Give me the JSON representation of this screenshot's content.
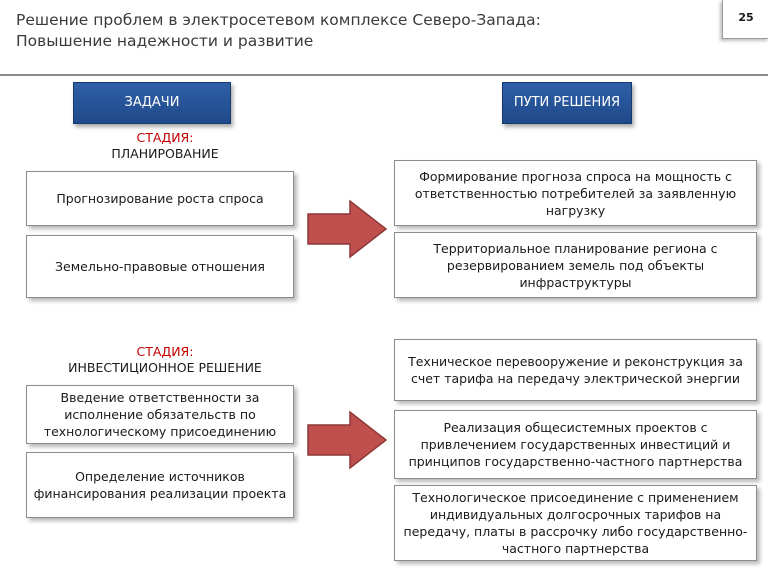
{
  "header": {
    "title": "Решение проблем в электросетевом комплексе Северо-Запада:\nПовышение надежности и развитие",
    "page_number": "25"
  },
  "tasks_button": "ЗАДАЧИ",
  "solutions_button": "ПУТИ РЕШЕНИЯ",
  "stage_planning": {
    "label": "СТАДИЯ:",
    "name": "ПЛАНИРОВАНИЕ",
    "tasks": [
      "Прогнозирование роста спроса",
      "Земельно-правовые отношения"
    ],
    "solutions": [
      "Формирование прогноза спроса на мощность с ответственностью потребителей за заявленную нагрузку",
      "Территориальное планирование региона с резервированием земель под объекты инфраструктуры"
    ]
  },
  "stage_investment": {
    "label": "СТАДИЯ:",
    "name": "ИНВЕСТИЦИОННОЕ РЕШЕНИЕ",
    "tasks": [
      "Введение ответственности за исполнение обязательств по технологическому присоединению",
      "Определение источников финансирования реализации проекта"
    ],
    "solutions": [
      "Техническое перевооружение и реконструкция за счет тарифа на передачу электрической энергии",
      "Реализация общесистемных проектов с привлечением государственных инвестиций и принципов государственно-частного партнерства",
      "Технологическое присоединение с применением индивидуальных долгосрочных тарифов на передачу, платы в рассрочку либо государственно-частного партнерства"
    ]
  },
  "colors": {
    "button_blue": "#1f4a8a",
    "stage_red": "#c00000",
    "arrow_red": "#c0504d"
  }
}
